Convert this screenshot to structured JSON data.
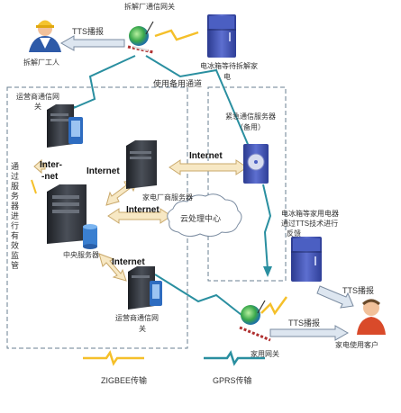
{
  "labels": {
    "top_gateway": "拆解厂通信网关",
    "dismantle_worker": "拆解厂工人",
    "tts_broadcast_top": "TTS播报",
    "fridge_waiting": "电冰箱等待拆解家",
    "fridge_waiting_2": "电",
    "backup_channel": "使用备用通道",
    "carrier_gateway_top": "运营商通信网",
    "carrier_gateway_top_2": "关",
    "emergency_server": "紧急通信服务器",
    "emergency_server_2": "（备用）",
    "internet_mid": "Internet",
    "internet_left": "Internet",
    "inter_net": "Inter-",
    "inter_net_2": "-net",
    "vendor_server": "家电厂商服务器",
    "internet_cloud_link": "Internet",
    "cloud_center": "云处理中心",
    "monitoring_vertical": "通过服务器进行有效监管",
    "central_server": "中央服务器",
    "internet_bottom": "Internet",
    "carrier_gateway_bottom": "运营商通信网",
    "carrier_gateway_bottom_2": "关",
    "fridge_feedback_1": "电冰箱等家用电器",
    "fridge_feedback_2": "通过TTS技术进行",
    "fridge_feedback_3": "反馈",
    "tts_broadcast_right": "TTS播报",
    "tts_broadcast_bottom": "TTS播报",
    "home_gateway": "家用网关",
    "appliance_customer": "家电使用客户",
    "legend_zigbee": "ZIGBEE传输",
    "legend_gprs": "GPRS传输"
  },
  "colors": {
    "zigbee": "#f5c02a",
    "gprs": "#2a8fa0",
    "arrow_fill": "#f7e8c4",
    "arrow_stroke": "#c9a86a",
    "dashed_box": "#6a7f90",
    "server_dark": "#2b2f36",
    "fridge_blue": "#3c4fb0"
  },
  "icons": [
    "worker-icon",
    "gateway-icon",
    "fridge-icon",
    "server-icon",
    "cloud-icon",
    "customer-icon",
    "disk-icon",
    "phone-icon",
    "database-icon"
  ]
}
